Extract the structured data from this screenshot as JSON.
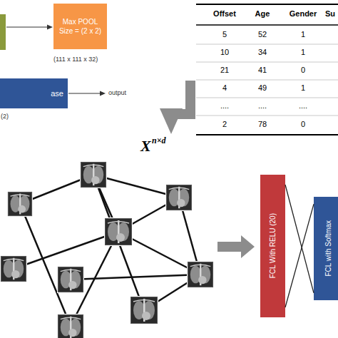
{
  "diagram": {
    "nodes": [
      {
        "text": [
          "Max POOL Size = (2 x 2)"
        ]
      },
      {
        "text": [
          "ase"
        ]
      },
      {
        "text": [
          "FCL With RELU (20)"
        ]
      },
      {
        "text": [
          "FCL with Softmax"
        ]
      }
    ],
    "edges": [
      {
        "from": 2,
        "to": 3,
        "arrow": "none"
      },
      {
        "from": 2,
        "to": 3,
        "arrow": "none"
      }
    ],
    "labels": [
      "(111 x 111 x 32)",
      "output",
      "(2)",
      "Offset",
      "Age",
      "Gender",
      "Su",
      "5",
      "52",
      "1",
      "10",
      "34",
      "1",
      "21",
      "41",
      "0",
      "4",
      "49",
      "1",
      "....",
      "....",
      "....",
      "2",
      "78",
      "0",
      "X",
      "n×d"
    ]
  }
}
